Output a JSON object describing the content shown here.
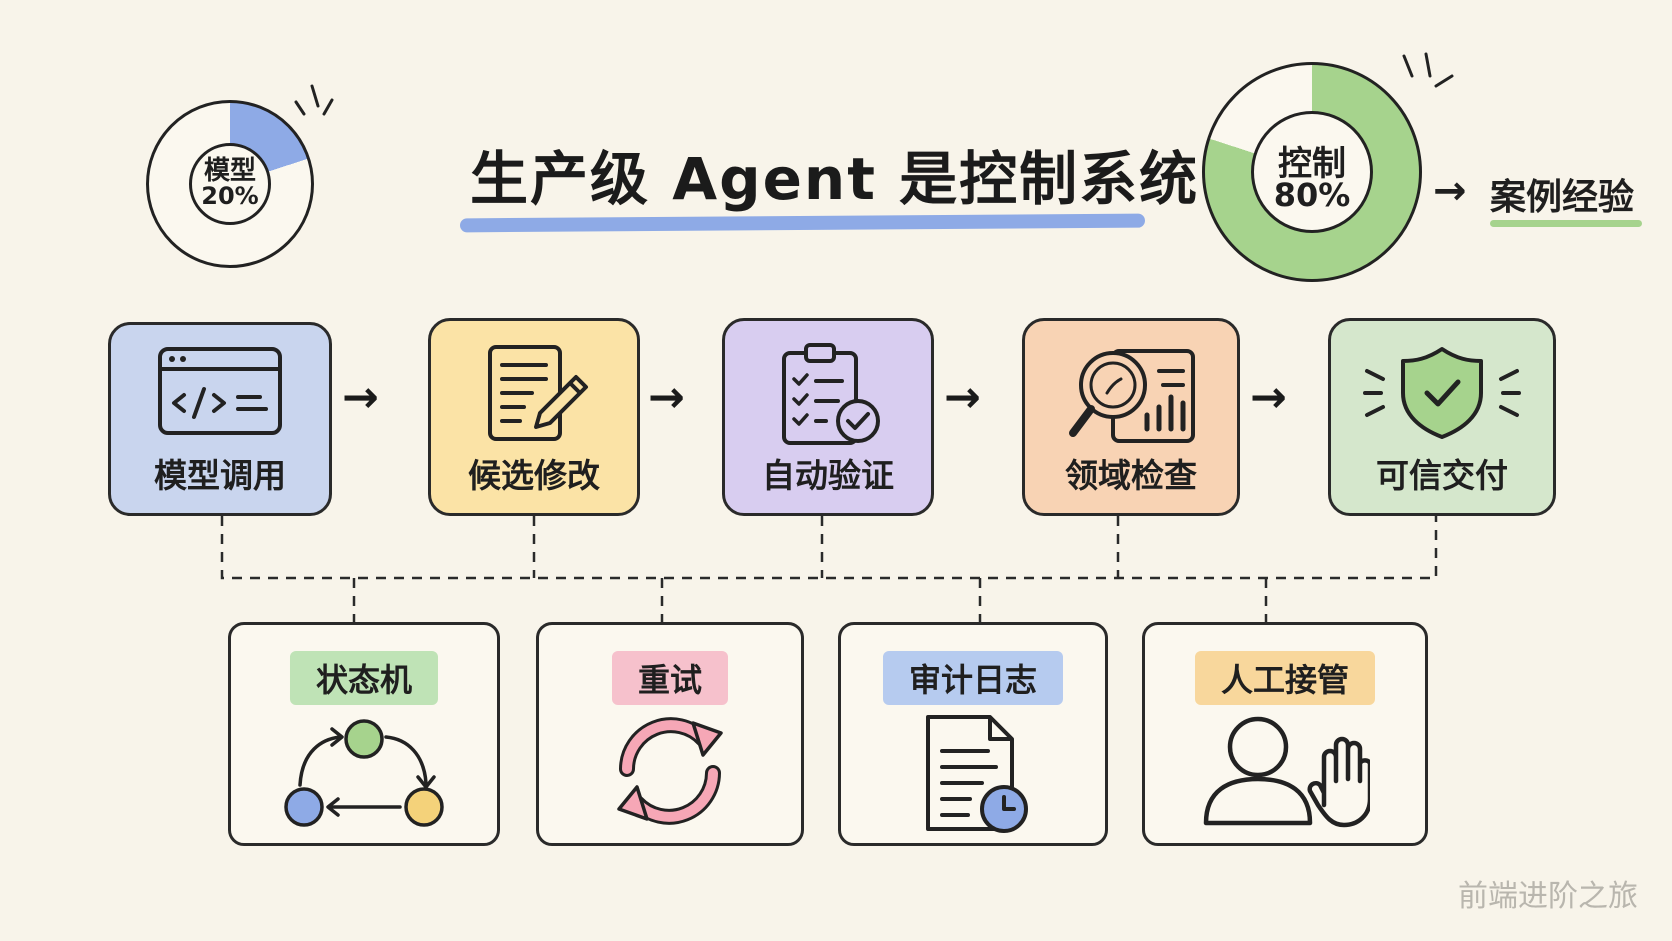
{
  "title": "生产级 Agent 是控制系统",
  "model_share": {
    "label": "模型",
    "percent_text": "20%",
    "value": 0.2,
    "color": "#8eaae6"
  },
  "control_share": {
    "label": "控制",
    "percent_text": "80%",
    "value": 0.8,
    "color": "#a6d38d"
  },
  "case_link": {
    "arrow": "→",
    "label": "案例经验"
  },
  "pipeline": {
    "arrow": "→",
    "steps": [
      {
        "label": "模型调用",
        "icon": "code-window-icon",
        "color": "#c9d5ee"
      },
      {
        "label": "候选修改",
        "icon": "document-edit-icon",
        "color": "#fbe3a6"
      },
      {
        "label": "自动验证",
        "icon": "clipboard-check-icon",
        "color": "#d8cdf0"
      },
      {
        "label": "领域检查",
        "icon": "magnifier-chart-icon",
        "color": "#f8d3b4"
      },
      {
        "label": "可信交付",
        "icon": "shield-check-icon",
        "color": "#d5e7cc"
      }
    ]
  },
  "controls": [
    {
      "label": "状态机",
      "icon": "state-cycle-icon",
      "color": "#bfe3b6"
    },
    {
      "label": "重试",
      "icon": "retry-arrows-icon",
      "color": "#f6c1cc"
    },
    {
      "label": "审计日志",
      "icon": "log-clock-icon",
      "color": "#b6cbef"
    },
    {
      "label": "人工接管",
      "icon": "person-hand-icon",
      "color": "#f8d79c"
    }
  ],
  "watermark": "前端进阶之旅"
}
